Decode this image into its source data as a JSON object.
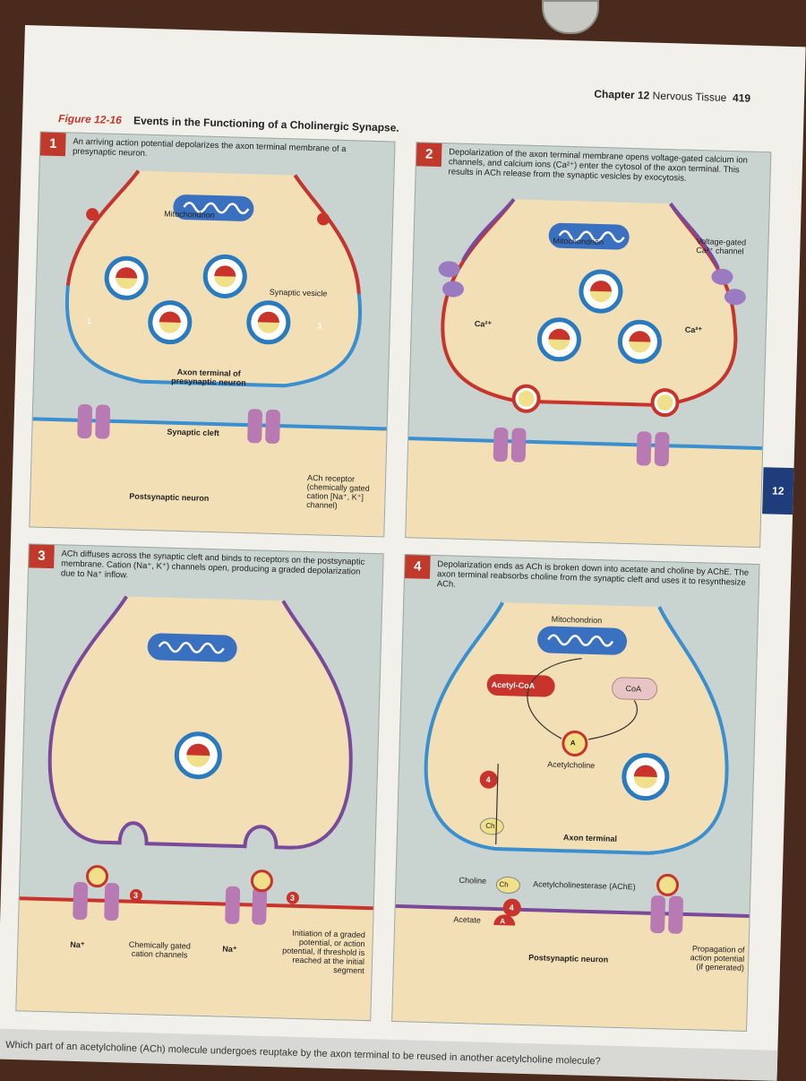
{
  "header": {
    "chapter": "Chapter 12",
    "section": "Nervous Tissue",
    "page": "419"
  },
  "figure": {
    "number": "Figure 12-16",
    "title": "Events in the Functioning of a Cholinergic Synapse."
  },
  "panels": [
    {
      "num": "1",
      "text": "An arriving action potential depolarizes the axon terminal membrane of a presynaptic neuron.",
      "labels": {
        "mitochondrion": "Mitochondrion",
        "vesicle": "Synaptic vesicle",
        "terminal": "Axon terminal of presynaptic neuron",
        "cleft": "Synaptic cleft",
        "receptor": "ACh receptor (chemically gated cation [Na⁺, K⁺] channel)",
        "post": "Postsynaptic neuron",
        "step": "1"
      }
    },
    {
      "num": "2",
      "text": "Depolarization of the axon terminal membrane opens voltage-gated calcium ion channels, and calcium ions (Ca²⁺) enter the cytosol of the axon terminal. This results in ACh release from the synaptic vesicles by exocytosis.",
      "labels": {
        "mitochondrion": "Mitochondrion",
        "channel": "Voltage-gated Ca²⁺ channel",
        "ca": "Ca²⁺",
        "step": "2"
      }
    },
    {
      "num": "3",
      "text": "ACh diffuses across the synaptic cleft and binds to receptors on the postsynaptic membrane. Cation (Na⁺, K⁺) channels open, producing a graded depolarization due to Na⁺ inflow.",
      "labels": {
        "na": "Na⁺",
        "chemgated": "Chemically gated cation channels",
        "initiation": "Initiation of a graded potential, or action potential, if threshold is reached at the initial segment",
        "step": "3"
      }
    },
    {
      "num": "4",
      "text": "Depolarization ends as ACh is broken down into acetate and choline by AChE. The axon terminal reabsorbs choline from the synaptic cleft and uses it to resynthesize ACh.",
      "labels": {
        "mitochondrion": "Mitochondrion",
        "acetylcoa": "Acetyl-CoA",
        "coa": "CoA",
        "acetylcholine": "Acetylcholine",
        "terminal": "Axon terminal",
        "choline": "Choline",
        "ache": "Acetylcholinesterase (AChE)",
        "acetate": "Acetate",
        "post": "Postsynaptic neuron",
        "propagation": "Propagation of action potential (if generated)",
        "step": "4"
      }
    }
  ],
  "symbols": {
    "a": "A",
    "ch": "Ch"
  },
  "side_tab": "12",
  "question": "Which part of an acetylcholine (ACh) molecule undergoes reuptake by the axon terminal to be reused in another acetylcholine molecule?",
  "colors": {
    "badge": "#c0392b",
    "membrane_red": "#c8342b",
    "membrane_blue": "#3a8fd0",
    "membrane_purple": "#7a4a9a",
    "cytosol": "#f3dfb5",
    "receptor": "#b77ab3",
    "tab": "#1f3d7a"
  }
}
